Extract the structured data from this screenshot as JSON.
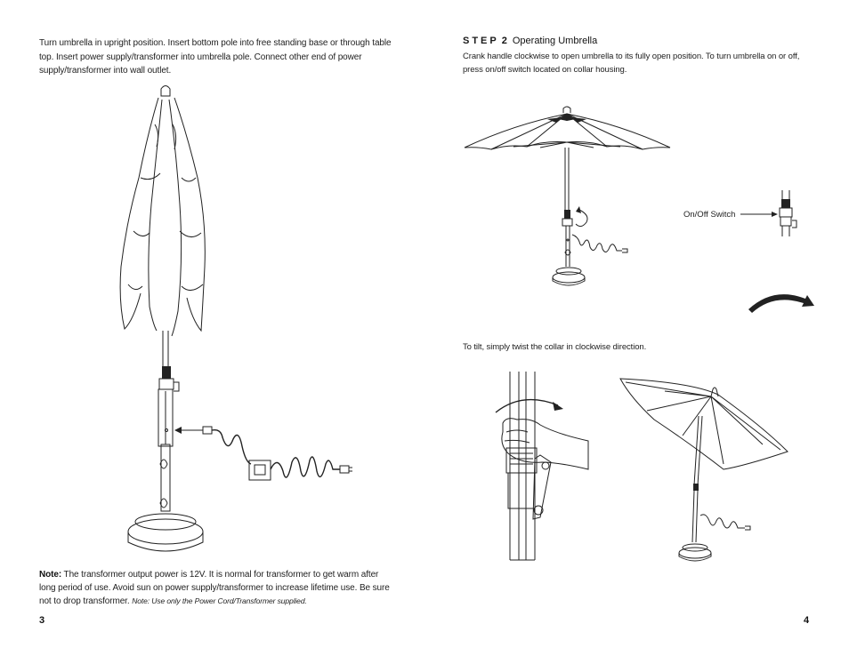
{
  "left_page": {
    "intro_text": "Turn umbrella in upright position. Insert bottom pole into free standing base or through table top. Insert power supply/transformer into umbrella pole. Connect other end of power supply/transformer into wall outlet.",
    "note_label": "Note:",
    "note_text": " The transformer output power is 12V. It is normal for transformer to get warm after long period of use.  Avoid sun on power supply/transformer to increase lifetime use. Be sure not to drop transformer. ",
    "note_small": "Note: Use only the Power Cord/Transformer supplied.",
    "page_number": "3"
  },
  "right_page": {
    "step_word": "STEP",
    "step_number": "2",
    "step_title": "Operating Umbrella",
    "step_text": "Crank handle clockwise to open umbrella to its fully open position. To turn umbrella on or off, press on/off switch located on collar housing.",
    "switch_label": "On/Off Switch",
    "tilt_text": "To tilt, simply twist the collar in clockwise direction.",
    "page_number": "4"
  }
}
